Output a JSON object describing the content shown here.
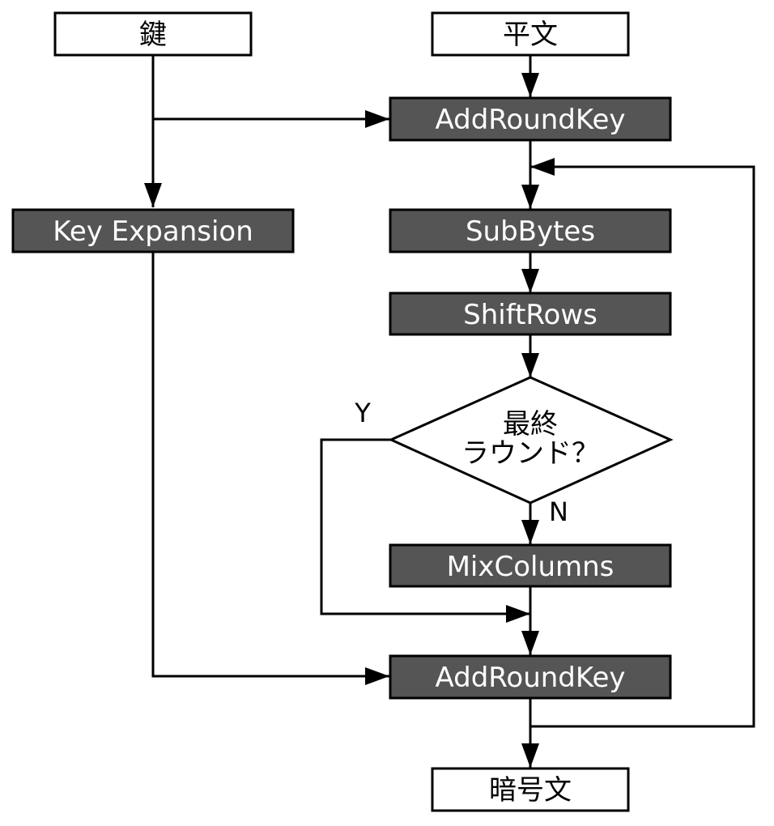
{
  "nodes": {
    "key": "鍵",
    "plaintext": "平文",
    "add_round_key_initial": "AddRoundKey",
    "key_expansion": "Key Expansion",
    "sub_bytes": "SubBytes",
    "shift_rows": "ShiftRows",
    "final_round_line1": "最終",
    "final_round_line2": "ラウンド？",
    "mix_columns": "MixColumns",
    "add_round_key_loop": "AddRoundKey",
    "ciphertext": "暗号文"
  },
  "edge_labels": {
    "yes": "Y",
    "no": "N"
  },
  "colors": {
    "process_fill": "#555555",
    "stroke": "#000000",
    "background": "#ffffff"
  }
}
